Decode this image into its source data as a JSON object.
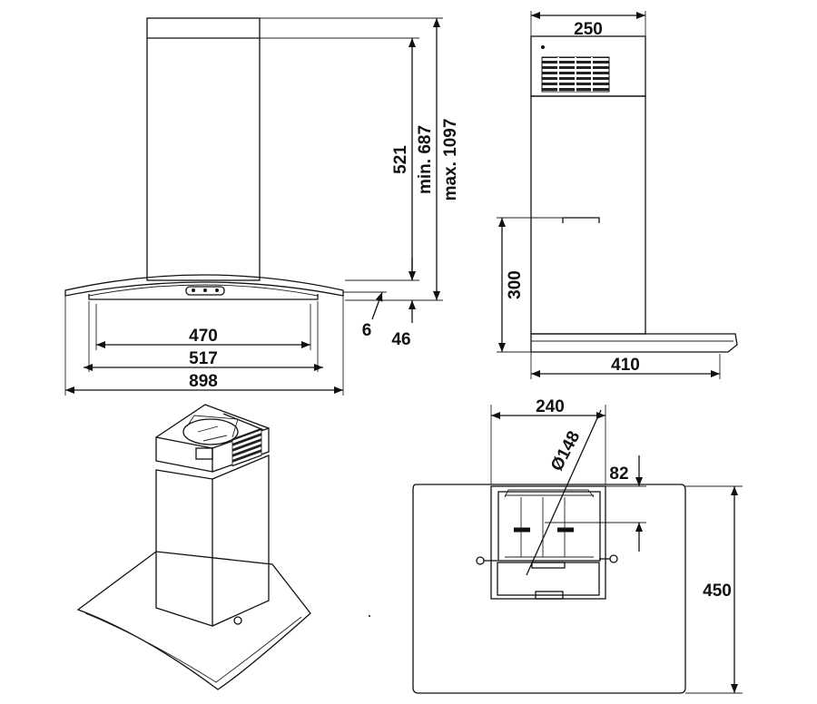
{
  "front_view": {
    "width_overall": "898",
    "width_mid": "517",
    "width_inner": "470",
    "chimney_height": "521",
    "height_min": "min. 687",
    "height_max": "max. 1097",
    "glass_edge": "6",
    "canopy_depth": "46"
  },
  "side_view": {
    "chimney_depth": "250",
    "bracket_height": "300",
    "overall_depth": "410"
  },
  "top_view": {
    "opening_width": "240",
    "duct_diameter": "Ø148",
    "duct_offset": "82",
    "overall_depth": "450"
  }
}
